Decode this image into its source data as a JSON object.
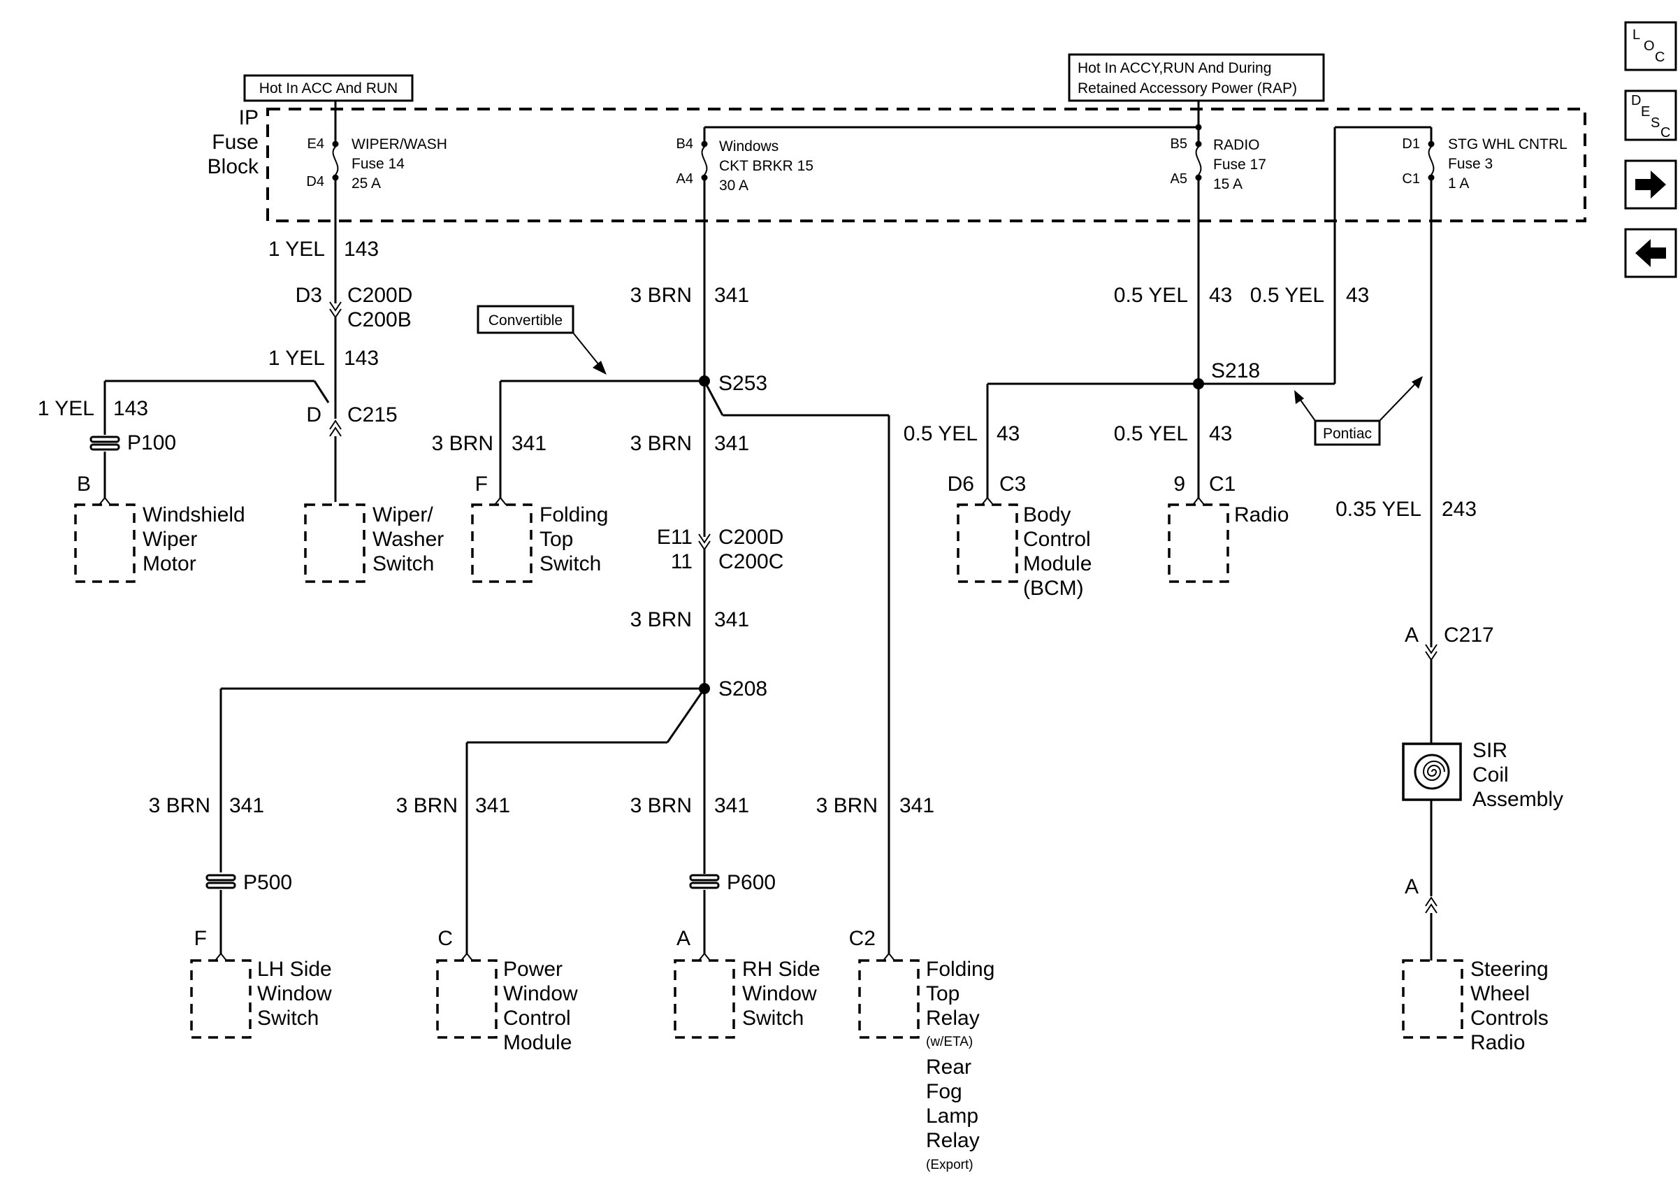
{
  "fuse_block": {
    "name_line1": "IP",
    "name_line2": "Fuse",
    "name_line3": "Block",
    "hot_acc_run": "Hot In ACC And RUN",
    "hot_rap_line1": "Hot In ACCY,RUN And During",
    "hot_rap_line2": "Retained Accessory Power (RAP)",
    "fuses": [
      {
        "top_pin": "E4",
        "bottom_pin": "D4",
        "name": "WIPER/WASH",
        "type": "Fuse 14",
        "rating": "25 A"
      },
      {
        "top_pin": "B4",
        "bottom_pin": "A4",
        "name": "Windows",
        "type": "CKT BRKR 15",
        "rating": "30 A"
      },
      {
        "top_pin": "B5",
        "bottom_pin": "A5",
        "name": "RADIO",
        "type": "Fuse 17",
        "rating": "15 A"
      },
      {
        "top_pin": "D1",
        "bottom_pin": "C1",
        "name": "STG WHL CNTRL",
        "type": "Fuse 3",
        "rating": "1 A"
      }
    ]
  },
  "wire_labels": {
    "w1": "1 YEL",
    "c1": "143",
    "w2": "1 YEL",
    "c2": "143",
    "w3": "1 YEL",
    "c3": "143",
    "w4": "3 BRN",
    "c4": "341",
    "w5": "3 BRN",
    "c5": "341",
    "w6": "3 BRN",
    "c6": "341",
    "w7": "3 BRN",
    "c7": "341",
    "w8": "3 BRN",
    "c8": "341",
    "w9": "3 BRN",
    "c9": "341",
    "w10": "3 BRN",
    "c10": "341",
    "w11": "3 BRN",
    "c11": "341",
    "w12": "0.5 YEL",
    "c12": "43",
    "w13": "0.5 YEL",
    "c13": "43",
    "w14": "0.5 YEL",
    "c14": "43",
    "w15": "0.5 YEL",
    "c15": "43",
    "w16": "0.35 YEL",
    "c16": "243"
  },
  "connectors": {
    "d3": "D3",
    "c200d_a": "C200D",
    "c200b": "C200B",
    "d": "D",
    "c215": "C215",
    "p100": "P100",
    "b": "B",
    "f1": "F",
    "e11": "E11",
    "c200d_b": "C200D",
    "n11": "11",
    "c200c": "C200C",
    "p500": "P500",
    "f2": "F",
    "c": "C",
    "p600": "P600",
    "a1": "A",
    "c2": "C2",
    "d6": "D6",
    "c3": "C3",
    "n9": "9",
    "c1": "C1",
    "a2": "A",
    "c217": "C217",
    "a3": "A"
  },
  "splices": {
    "s253": "S253",
    "s208": "S208",
    "s218": "S218"
  },
  "callouts": {
    "convertible": "Convertible",
    "pontiac": "Pontiac"
  },
  "components": {
    "wiper_motor": [
      "Windshield",
      "Wiper",
      "Motor"
    ],
    "wiper_switch": [
      "Wiper/",
      "Washer",
      "Switch"
    ],
    "folding_top_switch": [
      "Folding",
      "Top",
      "Switch"
    ],
    "lh_window_switch": [
      "LH Side",
      "Window",
      "Switch"
    ],
    "power_window_module": [
      "Power",
      "Window",
      "Control",
      "Module"
    ],
    "rh_window_switch": [
      "RH Side",
      "Window",
      "Switch"
    ],
    "folding_top_relay": [
      "Folding",
      "Top",
      "Relay",
      "(w/ETA)",
      "Rear",
      "Fog",
      "Lamp",
      "Relay",
      "(Export)"
    ],
    "bcm": [
      "Body",
      "Control",
      "Module",
      "(BCM)"
    ],
    "radio": [
      "Radio"
    ],
    "sir_coil": [
      "SIR",
      "Coil",
      "Assembly"
    ],
    "steering_wheel_controls": [
      "Steering",
      "Wheel",
      "Controls",
      "Radio"
    ]
  },
  "nav": {
    "loc_1": "L",
    "loc_2": "O",
    "loc_3": "C",
    "desc_1": "D",
    "desc_2": "E",
    "desc_3": "S",
    "desc_4": "C"
  }
}
